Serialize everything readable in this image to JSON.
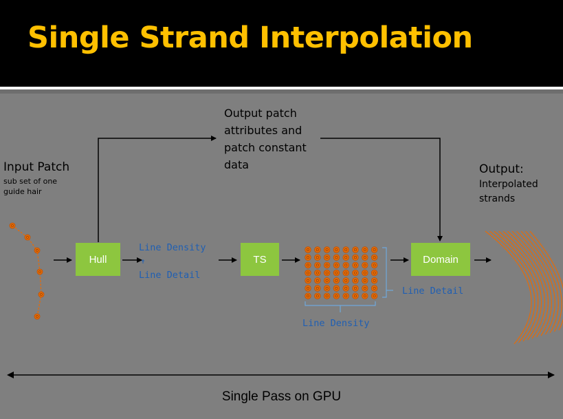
{
  "title": "Single Strand Interpolation",
  "input": {
    "heading": "Input Patch",
    "subtitle_line1": "sub set of one",
    "subtitle_line2": "guide hair"
  },
  "output_patch": {
    "line1": "Output patch",
    "line2": "attributes and",
    "line3": "patch constant",
    "line4": "data"
  },
  "output": {
    "heading": "Output:",
    "line1": "Interpolated",
    "line2": "strands"
  },
  "stages": {
    "hull": "Hull",
    "ts": "TS",
    "domain": "Domain"
  },
  "labels": {
    "line_density": "Line Density",
    "line_detail": "Line Detail",
    "line_density_bottom": "Line Density",
    "line_detail_right": "Line Detail"
  },
  "footer": "Single Pass on GPU",
  "colors": {
    "title": "#ffc000",
    "box": "#8dc63f",
    "mono": "#1f5fb3",
    "dot": "#e46c0a"
  }
}
